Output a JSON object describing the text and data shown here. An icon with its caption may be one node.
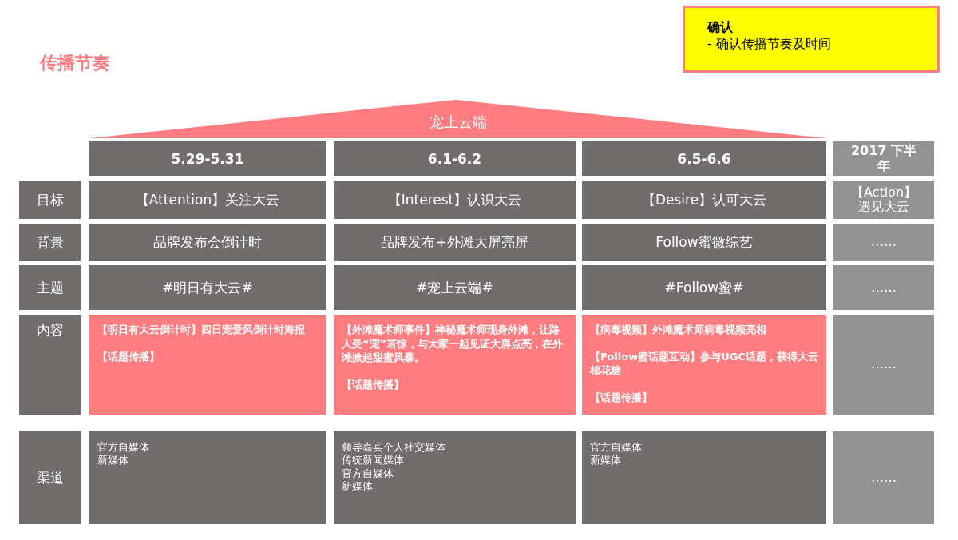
{
  "diagram": {
    "title": "传播节奏",
    "nodes": [
      {
        "text": [
          "确认",
          "- 确认传播节奏及时间"
        ]
      },
      {
        "text": [
          "宠上云端"
        ]
      },
      {
        "text": [
          "5.29-5.31"
        ]
      },
      {
        "text": [
          "6.1-6.2"
        ]
      },
      {
        "text": [
          "6.5-6.6"
        ]
      },
      {
        "text": [
          "2017 下半年"
        ]
      },
      {
        "text": [
          "目标"
        ]
      },
      {
        "text": [
          "【Attention】关注大云"
        ]
      },
      {
        "text": [
          "【Interest】认识大云"
        ]
      },
      {
        "text": [
          "【Desire】认可大云"
        ]
      },
      {
        "text": [
          "【Action】遇见大云"
        ]
      },
      {
        "text": [
          "背景"
        ]
      },
      {
        "text": [
          "品牌发布会倒计时"
        ]
      },
      {
        "text": [
          "品牌发布+外滩大屏亮屏"
        ]
      },
      {
        "text": [
          "Follow蜜微综艺"
        ]
      },
      {
        "text": [
          "……"
        ]
      },
      {
        "text": [
          "主题"
        ]
      },
      {
        "text": [
          "#明日有大云#"
        ]
      },
      {
        "text": [
          "#宠上云端#"
        ]
      },
      {
        "text": [
          "#Follow蜜#"
        ]
      },
      {
        "text": [
          "……"
        ]
      },
      {
        "text": [
          "内容"
        ]
      },
      {
        "text": [
          "【明日有大云倒计时】四日宠爱风倒计时海报",
          "【话题传播】"
        ]
      },
      {
        "text": [
          "【外滩魔术师事件】神秘魔术师现身外滩，让路人受“宠”若惊，与大家一起见证大屏点亮，在外滩掀起甜蜜风暴。",
          "【话题传播】"
        ]
      },
      {
        "text": [
          "【病毒视频】外滩魔术师病毒视频亮相",
          "【Follow蜜话题互动】参与UGC话题，获得大云棉花糖",
          "【话题传播】"
        ]
      },
      {
        "text": [
          "……"
        ]
      },
      {
        "text": [
          "渠道"
        ]
      },
      {
        "text": [
          "官方自媒体",
          "新媒体"
        ]
      },
      {
        "text": [
          "领导嘉宾个人社交媒体",
          "传统新闻媒体",
          "官方自媒体",
          "新媒体"
        ]
      },
      {
        "text": [
          "官方自媒体",
          "新媒体"
        ]
      },
      {
        "text": [
          "……"
        ]
      }
    ]
  }
}
